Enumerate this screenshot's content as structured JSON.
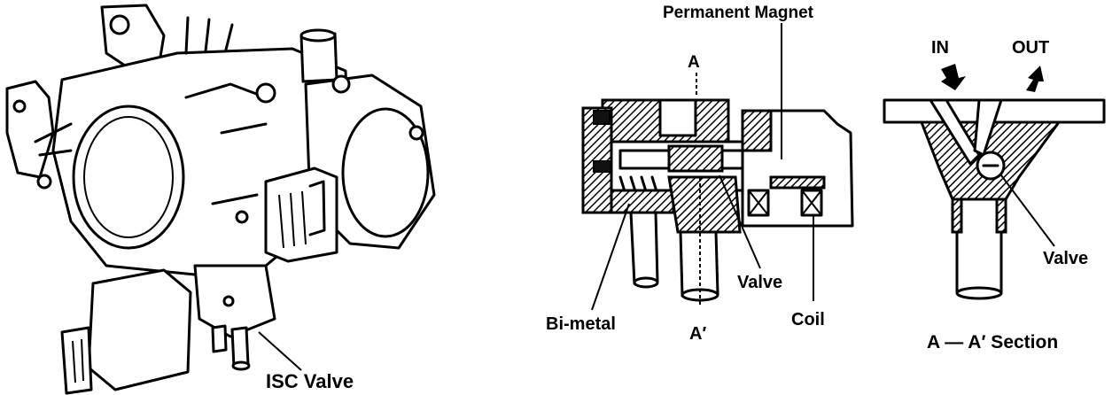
{
  "labels": {
    "isc_valve": "ISC Valve",
    "permanent_magnet": "Permanent Magnet",
    "a_top": "A",
    "a_prime_bottom": "A′",
    "bi_metal": "Bi-metal",
    "valve_mid": "Valve",
    "coil": "Coil",
    "in": "IN",
    "out": "OUT",
    "valve_right": "Valve",
    "section": "A — A′ Section"
  }
}
